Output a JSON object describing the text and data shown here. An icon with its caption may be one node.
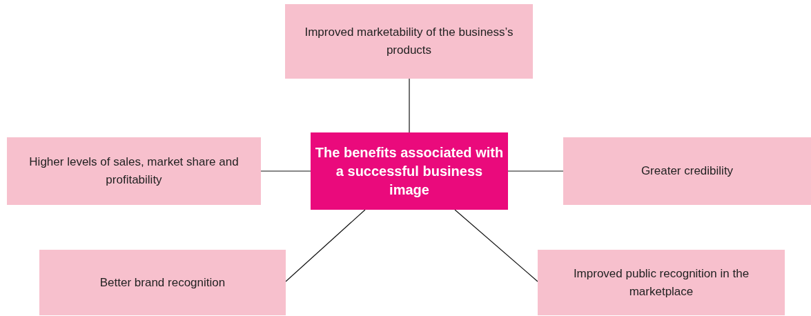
{
  "diagram": {
    "nodes": [
      {
        "text": [
          "Improved marketability of the business’s products"
        ]
      },
      {
        "text": [
          "Higher levels of sales, market share and profitability"
        ]
      },
      {
        "text": [
          "The benefits associated with a successful business image"
        ]
      },
      {
        "text": [
          "Greater credibility"
        ]
      },
      {
        "text": [
          "Better brand recognition"
        ]
      },
      {
        "text": [
          "Improved public recognition in the marketplace"
        ]
      }
    ],
    "edges": [
      {
        "from": 2,
        "to": 0,
        "arrow": "none"
      },
      {
        "from": 2,
        "to": 1,
        "arrow": "none"
      },
      {
        "from": 2,
        "to": 3,
        "arrow": "none"
      },
      {
        "from": 2,
        "to": 4,
        "arrow": "none"
      },
      {
        "from": 2,
        "to": 5,
        "arrow": "none"
      }
    ]
  }
}
